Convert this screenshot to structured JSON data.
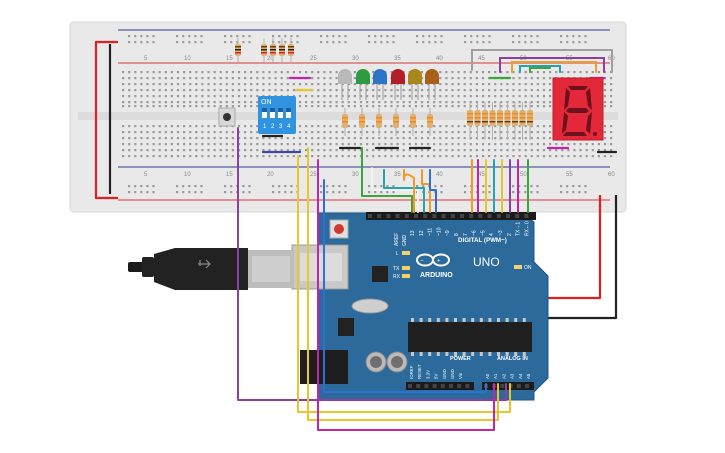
{
  "breadboard": {
    "column_numbers_top": [
      "5",
      "10",
      "15",
      "20",
      "25",
      "30",
      "35",
      "40",
      "45",
      "50",
      "55",
      "60"
    ],
    "column_numbers_bottom": [
      "5",
      "10",
      "15",
      "20",
      "25",
      "30",
      "35",
      "40",
      "45",
      "50",
      "55",
      "60"
    ]
  },
  "dip_switch": {
    "on_label": "ON",
    "switch_numbers": [
      "1",
      "2",
      "3",
      "4"
    ]
  },
  "arduino": {
    "brand": "ARDUINO",
    "model": "UNO",
    "digital_header_label": "DIGITAL (PWM~)",
    "analog_header_label": "ANALOG IN",
    "power_header_label": "POWER",
    "aref_label": "AREF",
    "gnd_label": "GND",
    "led_l_label": "L",
    "tx_label": "TX",
    "rx_label": "RX",
    "on_label": "ON",
    "digital_pins": [
      "13",
      "12",
      "~11",
      "~10",
      "~9",
      "8",
      "7",
      "~6",
      "~5",
      "4",
      "~3",
      "2",
      "TX→1",
      "RX←0"
    ],
    "analog_pins": [
      "A0",
      "A1",
      "A2",
      "A3",
      "A4",
      "A5"
    ],
    "power_pins": [
      "IOREF",
      "RESET",
      "3.3V",
      "5V",
      "GND",
      "GND",
      "Vin"
    ]
  },
  "colors": {
    "breadboard": "#e9e9e9",
    "board": "#2b6a9b",
    "wire_red": "#e02020",
    "wire_black": "#222222",
    "wire_purple": "#8e3fa3",
    "wire_yellow": "#e8c72a",
    "wire_orange": "#f29a28",
    "wire_green": "#3aa53a",
    "wire_teal": "#27a2b0",
    "wire_blue": "#2f6fd1",
    "wire_grey": "#a0a0a0",
    "wire_white": "#f2f2f2",
    "seven_segment": "#e3283a",
    "dip_switch": "#2f93e0"
  },
  "leds": [
    "grey-led",
    "green-led",
    "blue-led",
    "red-led",
    "yellow-led",
    "orange-led"
  ],
  "icons": [
    "arduino-logo-icon",
    "usb-cable-icon",
    "reset-button-icon",
    "pushbutton-icon"
  ]
}
